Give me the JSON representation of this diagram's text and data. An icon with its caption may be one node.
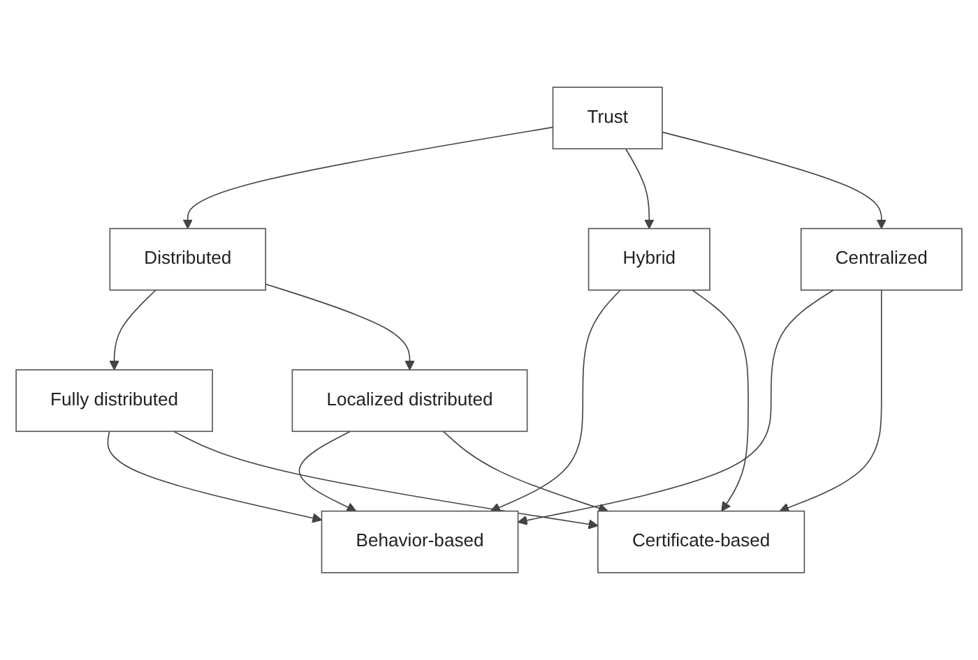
{
  "diagram": {
    "nodes": [
      {
        "text": [
          "Trust"
        ]
      },
      {
        "text": [
          "Distributed"
        ]
      },
      {
        "text": [
          "Hybrid"
        ]
      },
      {
        "text": [
          "Centralized"
        ]
      },
      {
        "text": [
          "Fully distributed"
        ]
      },
      {
        "text": [
          "Localized distributed"
        ]
      },
      {
        "text": [
          "Behavior-based"
        ]
      },
      {
        "text": [
          "Certificate-based"
        ]
      }
    ],
    "edges": [
      {
        "from": 0,
        "to": 1,
        "arrow": "to"
      },
      {
        "from": 0,
        "to": 2,
        "arrow": "to"
      },
      {
        "from": 0,
        "to": 3,
        "arrow": "to"
      },
      {
        "from": 1,
        "to": 4,
        "arrow": "to"
      },
      {
        "from": 1,
        "to": 5,
        "arrow": "to"
      },
      {
        "from": 4,
        "to": 6,
        "arrow": "to"
      },
      {
        "from": 4,
        "to": 7,
        "arrow": "to"
      },
      {
        "from": 5,
        "to": 6,
        "arrow": "to"
      },
      {
        "from": 5,
        "to": 7,
        "arrow": "to"
      },
      {
        "from": 2,
        "to": 6,
        "arrow": "to"
      },
      {
        "from": 2,
        "to": 7,
        "arrow": "to"
      },
      {
        "from": 3,
        "to": 6,
        "arrow": "to"
      },
      {
        "from": 3,
        "to": 7,
        "arrow": "to"
      }
    ]
  }
}
